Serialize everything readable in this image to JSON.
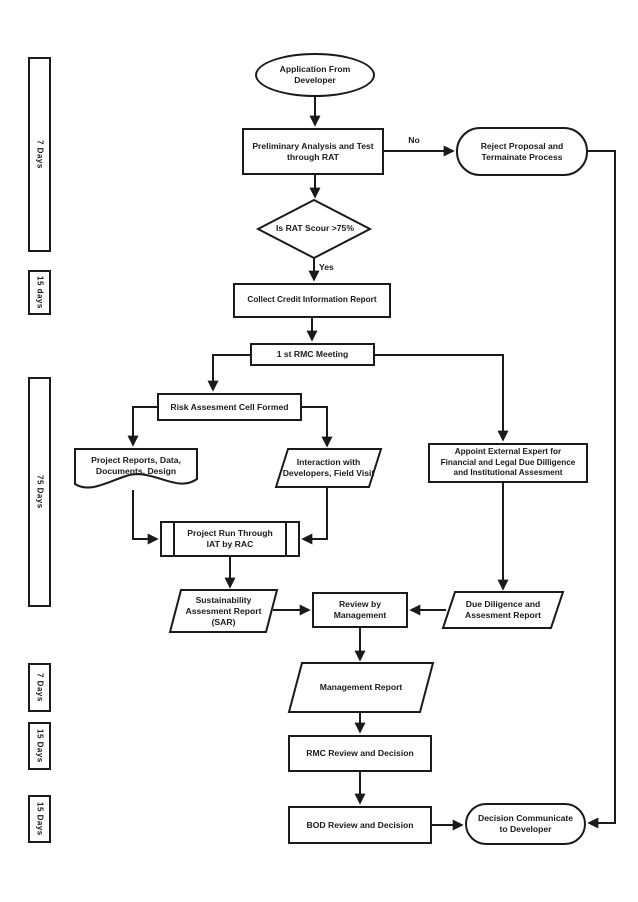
{
  "timeline_bars": [
    {
      "label": "7 Days"
    },
    {
      "label": "15 days"
    },
    {
      "label": "75 Days"
    },
    {
      "label": "7 Days"
    },
    {
      "label": "15 Days"
    },
    {
      "label": "15 Days"
    }
  ],
  "nodes": {
    "application": "Application From\nDeveloper",
    "preliminary": "Preliminary Analysis and Test\nthrough RAT",
    "reject": "Reject Proposal and\nTermainate Process",
    "rat_decision": "Is RAT Scour >75%",
    "collect_credit": "Collect Credit Information Report",
    "rmc_meeting": "1 st RMC Meeting",
    "risk_cell": "Risk Assesment Cell Formed",
    "project_reports": "Project Reports, Data,\nDocuments, Design",
    "interaction": "Interaction with\nDevelopers, Field Visit",
    "appoint_expert": "Appoint External Expert for\nFinancial and Legal Due Dilligence\nand Institutional Assesment",
    "iat_run": "Project Run Through\nIAT by RAC",
    "sar": "Sustainability\nAssesment Report\n(SAR)",
    "review_management": "Review by\nManagement",
    "due_diligence": "Due Diligence and\nAssesment Report",
    "management_report": "Management Report",
    "rmc_review": "RMC Review and Decision",
    "bod_review": "BOD Review and Decision",
    "decision_communicate": "Decision Communicate\nto Developer"
  },
  "edge_labels": {
    "no": "No",
    "yes": "Yes"
  },
  "colors": {
    "line": "#1a1a1a",
    "background": "#ffffff"
  }
}
